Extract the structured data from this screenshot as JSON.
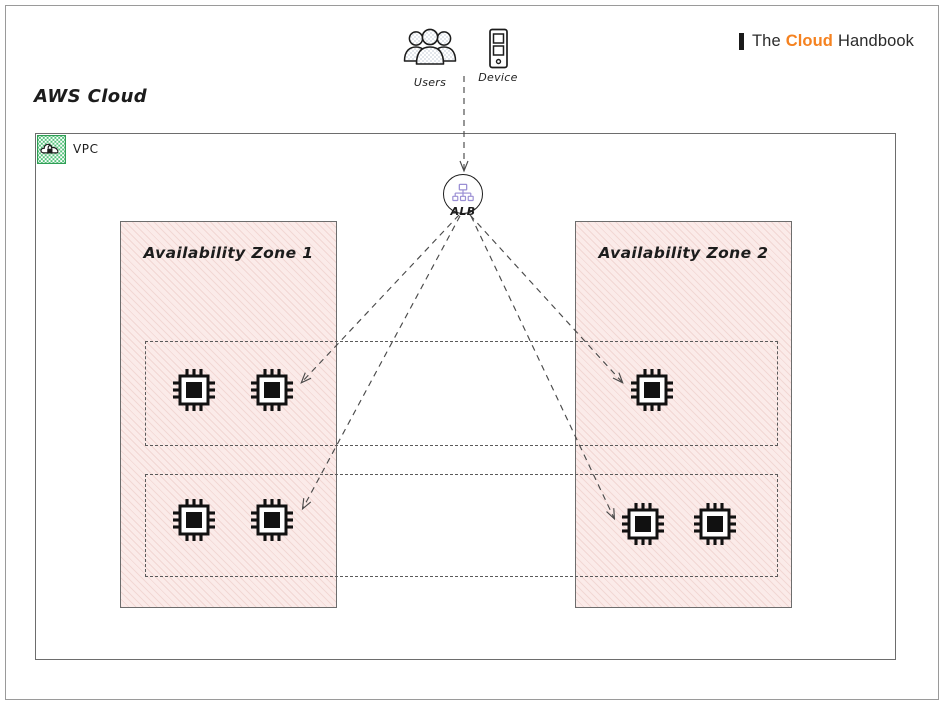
{
  "brand": {
    "word1": "The",
    "word2": "Cloud",
    "word3": "Handbook",
    "accent_color": "#f58220",
    "bar_color": "#1a1a1a"
  },
  "diagram": {
    "title": "AWS Cloud",
    "vpc": {
      "label": "VPC",
      "icon": "vpc-cloud-lock-icon",
      "icon_color": "#3fa760"
    },
    "actors": [
      {
        "id": "users",
        "label": "Users",
        "icon": "users-icon"
      },
      {
        "id": "device",
        "label": "Device",
        "icon": "device-phone-icon"
      }
    ],
    "load_balancer": {
      "label": "ALB",
      "icon": "load-balancer-hierarchy-icon",
      "icon_color": "#9b8fd4"
    },
    "zones": [
      {
        "id": "az-1",
        "label": "Availability Zone 1",
        "fill_color": "#fbebe9",
        "subnets": [
          {
            "id": "az1-subnet-upper",
            "instances": 2
          },
          {
            "id": "az1-subnet-lower",
            "instances": 2
          }
        ]
      },
      {
        "id": "az-2",
        "label": "Availability Zone 2",
        "fill_color": "#fbebe9",
        "subnets": [
          {
            "id": "az2-subnet-upper",
            "instances": 1
          },
          {
            "id": "az2-subnet-lower",
            "instances": 2
          }
        ]
      }
    ],
    "subnet_rows": [
      {
        "id": "subnet-upper",
        "style": "dashed"
      },
      {
        "id": "subnet-lower",
        "style": "dashed"
      }
    ],
    "instances": [
      {
        "id": "ec2-az1-u1",
        "icon": "ec2-chip-icon",
        "zone": "az-1",
        "subnet": "upper"
      },
      {
        "id": "ec2-az1-u2",
        "icon": "ec2-chip-icon",
        "zone": "az-1",
        "subnet": "upper"
      },
      {
        "id": "ec2-az1-l1",
        "icon": "ec2-chip-icon",
        "zone": "az-1",
        "subnet": "lower"
      },
      {
        "id": "ec2-az1-l2",
        "icon": "ec2-chip-icon",
        "zone": "az-1",
        "subnet": "lower"
      },
      {
        "id": "ec2-az2-u1",
        "icon": "ec2-chip-icon",
        "zone": "az-2",
        "subnet": "upper"
      },
      {
        "id": "ec2-az2-l1",
        "icon": "ec2-chip-icon",
        "zone": "az-2",
        "subnet": "lower"
      },
      {
        "id": "ec2-az2-l2",
        "icon": "ec2-chip-icon",
        "zone": "az-2",
        "subnet": "lower"
      }
    ],
    "connections": [
      {
        "id": "device-to-alb",
        "from": "device",
        "to": "alb",
        "style": "dashed",
        "arrow": true
      },
      {
        "id": "alb-to-az1-u2",
        "from": "alb",
        "to": "ec2-az1-u2",
        "style": "dashed",
        "arrow": true
      },
      {
        "id": "alb-to-az1-l2",
        "from": "alb",
        "to": "ec2-az1-l2",
        "style": "dashed",
        "arrow": true
      },
      {
        "id": "alb-to-az2-u1",
        "from": "alb",
        "to": "ec2-az2-u1",
        "style": "dashed",
        "arrow": true
      },
      {
        "id": "alb-to-az2-l1",
        "from": "alb",
        "to": "ec2-az2-l1",
        "style": "dashed",
        "arrow": true
      }
    ]
  }
}
